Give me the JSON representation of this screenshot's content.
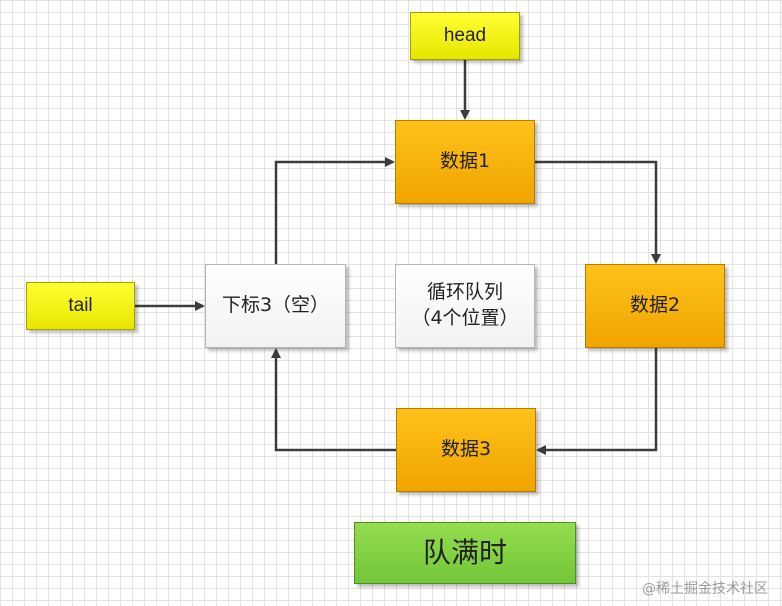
{
  "nodes": {
    "head": "head",
    "tail": "tail",
    "data1": "数据1",
    "data2": "数据2",
    "data3": "数据3",
    "slot_empty": "下标3（空）",
    "center_line1": "循环队列",
    "center_line2": "（4个位置）",
    "status": "队满时"
  },
  "watermark": "@稀土掘金技术社区",
  "colors": {
    "pointer": "#ffff00",
    "data": "#f5b200",
    "empty": "#ffffff",
    "status": "#86d146",
    "arrow": "#3c3c3c"
  }
}
